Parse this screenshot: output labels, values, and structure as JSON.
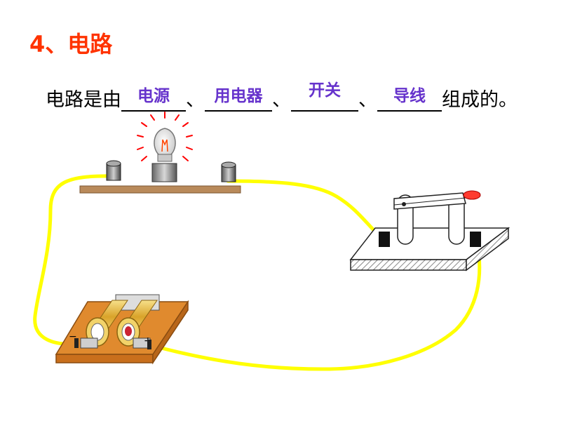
{
  "title": "4、电路",
  "sentence": {
    "prefix": "电路是由",
    "sep": "、",
    "suffix": "组成的。",
    "answers": [
      "电源",
      "用电器",
      "开关",
      "导线"
    ]
  },
  "colors": {
    "title": "#ff3300",
    "answer": "#6633cc",
    "wire": "#ffff00",
    "board": "#e08a2e",
    "bulb_rays": "#ff0000"
  },
  "components": [
    "light-bulb",
    "knife-switch",
    "battery-pack",
    "wire"
  ],
  "battery_labels": {
    "minus": "−",
    "plus": "+"
  }
}
